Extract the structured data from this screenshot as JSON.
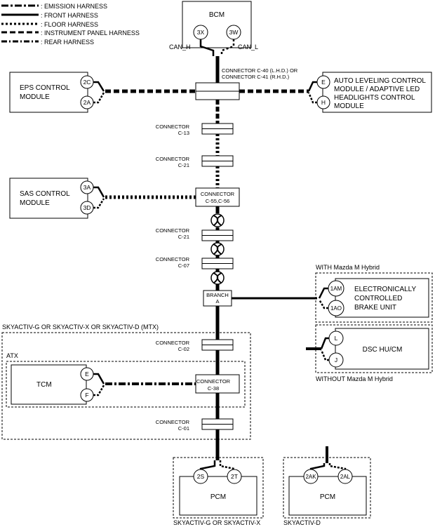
{
  "legend": [
    {
      "label": ": EMISSION HARNESS",
      "style": "dashdot"
    },
    {
      "label": ": FRONT HARNESS",
      "style": "solid"
    },
    {
      "label": ": FLOOR HARNESS",
      "style": "dotted"
    },
    {
      "label": ": INSTRUMENT PANEL HARNESS",
      "style": "dashed"
    },
    {
      "label": ": REAR HARNESS",
      "style": "dashdot2"
    }
  ],
  "bcm": {
    "label": "BCM",
    "pin_h": "3X",
    "pin_l": "3W",
    "can_h": "CAN_H",
    "can_l": "CAN_L"
  },
  "connector_c40": {
    "line1": "CONNECTOR C-40 (L.H.D.) OR",
    "line2": "CONNECTOR C-41 (R.H.D.)"
  },
  "eps": {
    "line1": "EPS CONTROL",
    "line2": "MODULE",
    "pin_top": "2C",
    "pin_bottom": "2A"
  },
  "auto_leveling": {
    "line1": "AUTO LEVELING CONTROL",
    "line2": "MODULE / ADAPTIVE LED",
    "line3": "HEADLIGHTS CONTROL",
    "line4": "MODULE",
    "pin_top": "E",
    "pin_bottom": "H"
  },
  "c13": {
    "line1": "CONNECTOR",
    "line2": "C-13"
  },
  "c21a": {
    "line1": "CONNECTOR",
    "line2": "C-21"
  },
  "sas": {
    "line1": "SAS CONTROL",
    "line2": "MODULE",
    "pin_top": "3A",
    "pin_bottom": "3D"
  },
  "c55": {
    "line1": "CONNECTOR",
    "line2": "C-55,C-56"
  },
  "c21b": {
    "line1": "CONNECTOR",
    "line2": "C-21"
  },
  "c07": {
    "line1": "CONNECTOR",
    "line2": "C-07"
  },
  "branch": {
    "line1": "BRANCH",
    "line2": "A"
  },
  "hybrid": {
    "title": "WITH Mazda M Hybrid",
    "line1": "ELECTRONICALLY",
    "line2": "CONTROLLED",
    "line3": "BRAKE UNIT",
    "pin_top": "1AM",
    "pin_bottom": "1AO"
  },
  "dsc": {
    "label": "DSC HU/CM",
    "pin_top": "L",
    "pin_bottom": "J",
    "title": "WITHOUT Mazda M Hybrid"
  },
  "skyactiv_group": {
    "title": "SKYACTIV-G OR SKYACTIV-X OR SKYACTIV-D (MTX)"
  },
  "c02": {
    "line1": "CONNECTOR",
    "line2": "C-02"
  },
  "atx": {
    "title": "ATX"
  },
  "tcm": {
    "label": "TCM",
    "pin_top": "E",
    "pin_bottom": "F"
  },
  "c38": {
    "line1": "CONNECTOR",
    "line2": "C-38"
  },
  "c01": {
    "line1": "CONNECTOR",
    "line2": "C-01"
  },
  "pcm_gx": {
    "label": "PCM",
    "pin_h": "2S",
    "pin_l": "2T",
    "caption": "SKYACTIV-G OR SKYACTIV-X"
  },
  "pcm_d": {
    "label": "PCM",
    "pin_h": "2AK",
    "pin_l": "2AL",
    "caption": "SKYACTIV-D"
  }
}
